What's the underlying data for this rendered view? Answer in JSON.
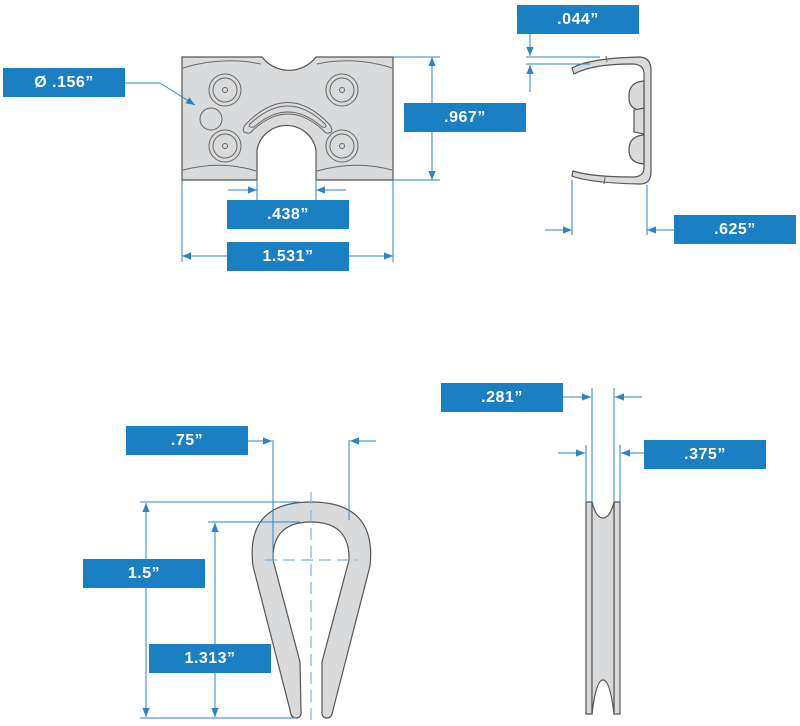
{
  "colors": {
    "label_bg": "#1b7fc4",
    "dimension_line": "#2a85c8",
    "part_fill": "#d9dadc"
  },
  "dimensions": {
    "hole_diameter": "Ø .156”",
    "plate_height": ".967”",
    "slot_width": ".438”",
    "plate_width": "1.531”",
    "clip_thickness": ".044”",
    "clip_depth": ".625”",
    "groove_width": ".281”",
    "sheave_width": ".375”",
    "thimble_width": ".75”",
    "thimble_length": "1.5”",
    "thimble_inner_length": "1.313”"
  }
}
